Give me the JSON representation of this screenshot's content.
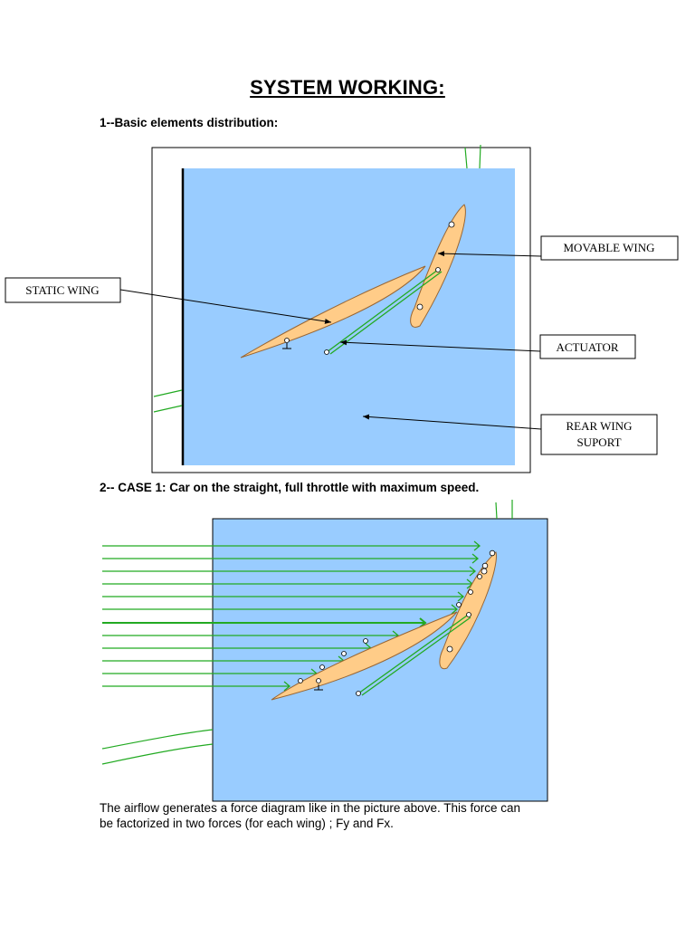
{
  "page": {
    "title": "SYSTEM WORKING:",
    "section1_heading": "1--Basic elements distribution:",
    "section2_heading": "2-- CASE 1:  Car on the straight, full throttle with maximum speed.",
    "paragraph_lines": [
      "The airflow generates a force diagram like in the picture above. This force can",
      "be factorized in two forces (for each wing) ; Fy and Fx."
    ]
  },
  "figure1": {
    "labels": {
      "movable_wing": "MOVABLE WING",
      "static_wing": "STATIC WING",
      "actuator": "ACTUATOR",
      "rear_wing_support_line1": "REAR WING",
      "rear_wing_support_line2": "SUPORT"
    }
  },
  "colors": {
    "panel_blue": "#99ccff",
    "wing_fill": "#ffcc88",
    "airflow_green": "#22aa22"
  }
}
